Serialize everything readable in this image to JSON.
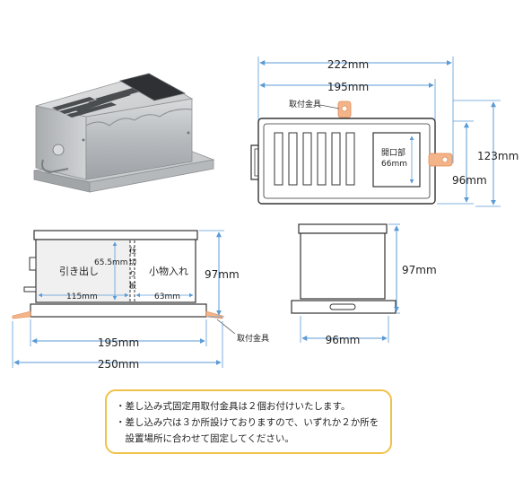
{
  "dimensions": {
    "top_total_width": "222mm",
    "top_body_width": "195mm",
    "top_total_height": "123mm",
    "top_body_height": "96mm",
    "opening": "開口部\n66mm",
    "mount_label_top": "取付金具",
    "front_height": "97mm",
    "pullout_height": "65.5mm",
    "pullout_width": "115mm",
    "small_width": "63mm",
    "front_body_width": "195mm",
    "front_total_width": "250mm",
    "mount_label_front": "取付金具",
    "side_height": "97mm",
    "side_width": "96mm"
  },
  "labels": {
    "pullout": "引き出し",
    "partition": "仕切り板",
    "small_storage": "小物入れ"
  },
  "notes": [
    "・差し込み式固定用取付金具は２個お付けいたします。",
    "・差し込み穴は３か所設けておりますので、いずれか２か所を",
    "　設置場所に合わせて固定してください。"
  ],
  "colors": {
    "dimension_line": "#5b9bd5",
    "bracket": "#f0a070",
    "note_border": "#f0c24a"
  }
}
